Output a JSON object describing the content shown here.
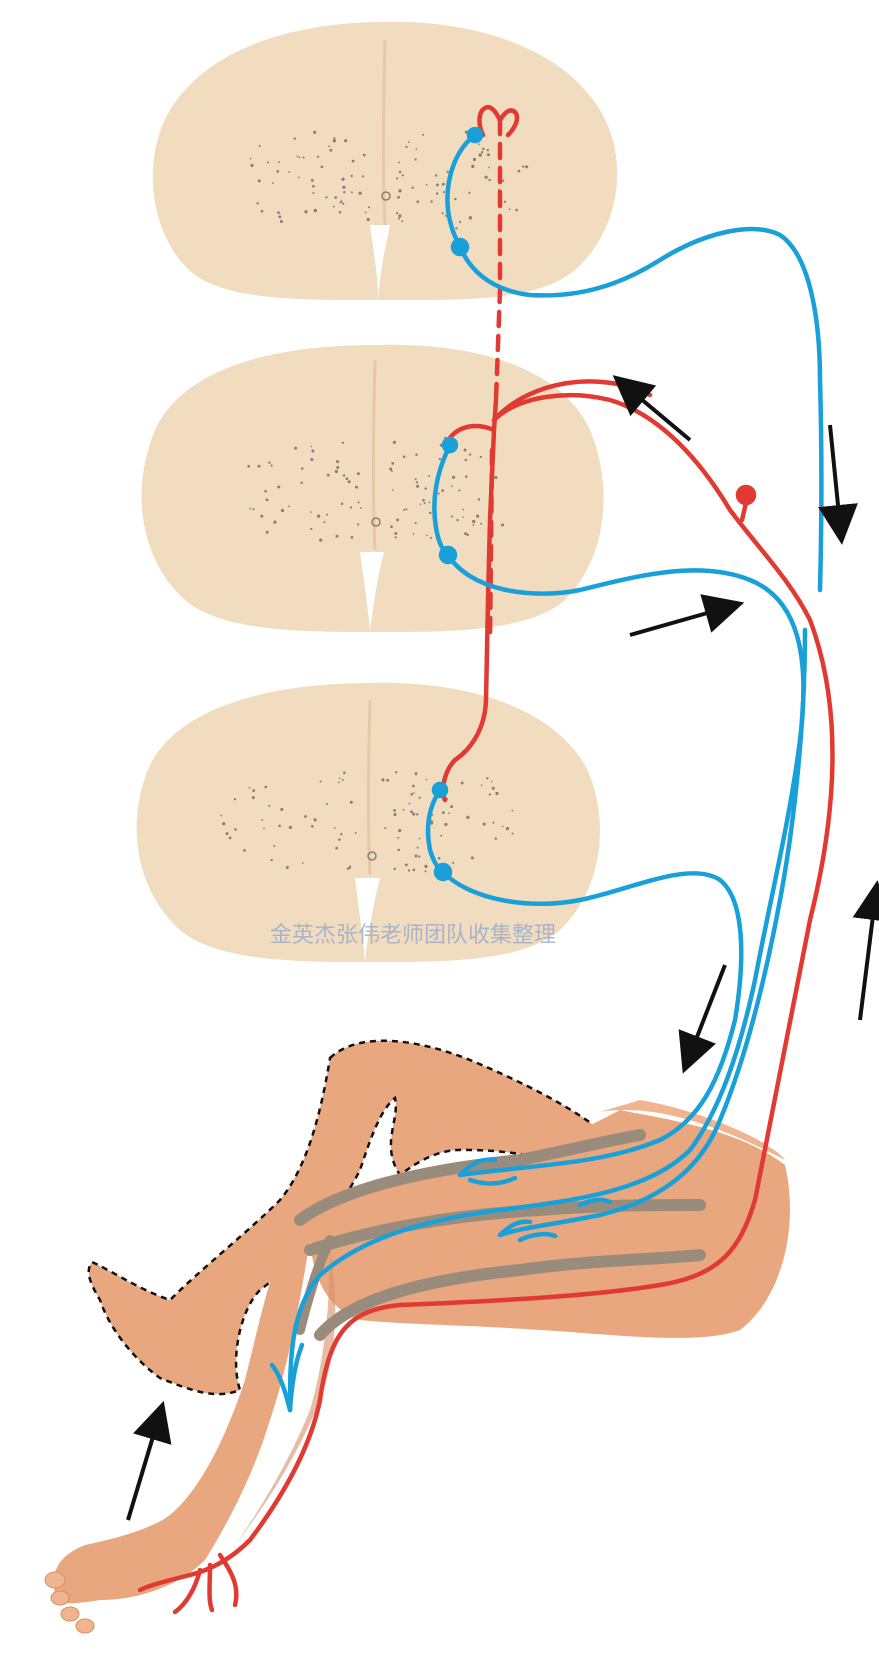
{
  "figure": {
    "watermark": "金英杰张伟老师团队收集整理",
    "colors": {
      "spinal_cord": "#f2dcc0",
      "gray_matter_dots": "#8a7e70",
      "sensory_neuron": "#1aa0d8",
      "motor_neuron": "#e03a32",
      "skin": "#e8a77f",
      "skin_shadow": "#d98f66",
      "muscle": "#9a8c7c",
      "arrow": "#111111",
      "dashed_outline": "#111111"
    },
    "icons": [
      "spinal-cord-section",
      "sensory-neuron",
      "motor-neuron",
      "direction-arrow",
      "leg"
    ]
  }
}
